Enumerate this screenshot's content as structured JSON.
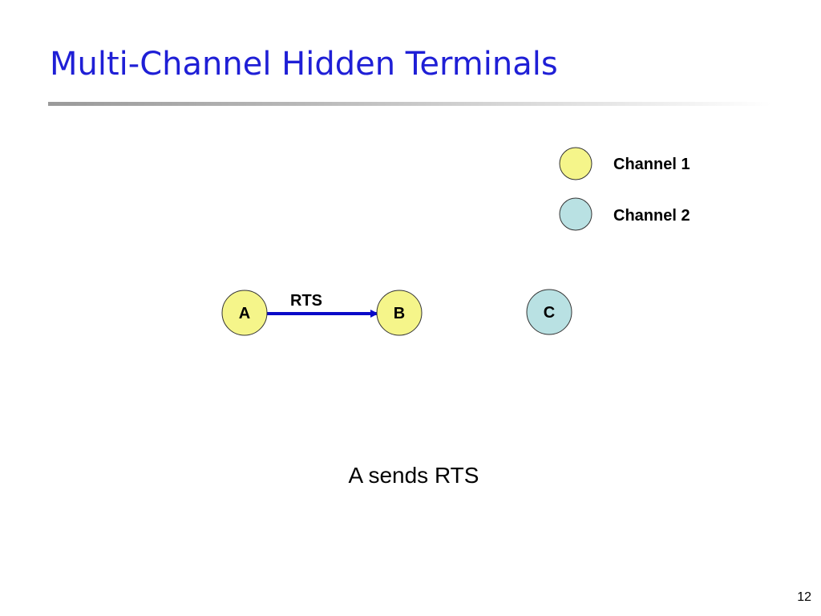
{
  "slide": {
    "title": "Multi-Channel Hidden Terminals",
    "caption": "A sends RTS",
    "page_number": "12"
  },
  "legend": [
    {
      "label": "Channel 1",
      "color": "#f5f58a"
    },
    {
      "label": "Channel 2",
      "color": "#b9e1e3"
    }
  ],
  "nodes": {
    "a": {
      "label": "A",
      "channel": "Channel 1",
      "color": "#f5f58a"
    },
    "b": {
      "label": "B",
      "channel": "Channel 1",
      "color": "#f5f58a"
    },
    "c": {
      "label": "C",
      "channel": "Channel 2",
      "color": "#b9e1e3"
    }
  },
  "edges": [
    {
      "from": "A",
      "to": "B",
      "label": "RTS",
      "color": "#0a0ac8"
    }
  ]
}
